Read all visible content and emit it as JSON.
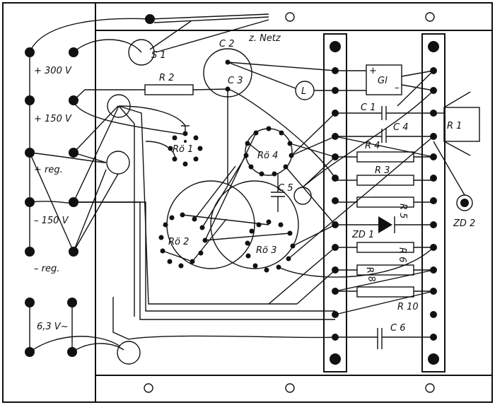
{
  "title": "Wiring layout diagram",
  "mains_label": "z. Netz",
  "terminals": {
    "plus_300": "+ 300 V",
    "plus_150": "+ 150 V",
    "plus_reg": "+ reg.",
    "minus_150": "– 150 V",
    "minus_reg": "– reg.",
    "heater": "6,3 V~"
  },
  "components": {
    "switch": "S 1",
    "cap_c2": "C 2",
    "cap_c3": "C 3",
    "lamp": "L",
    "rectifier": "Gl",
    "res_r2": "R 2",
    "tube_ro1": "Rö 1",
    "tube_ro2": "Rö 2",
    "tube_ro3": "Rö 3",
    "tube_ro4": "Rö 4",
    "cap_c1": "C 1",
    "cap_c4": "C 4",
    "cap_c5": "C 5",
    "cap_c6": "C 6",
    "res_r1": "R 1",
    "res_r3": "R 3",
    "res_r4": "R 4",
    "res_r5": "R 5",
    "res_r6": "R 6",
    "res_r8": "R 8",
    "res_r10": "R 10",
    "zener_zd1": "ZD 1",
    "zener_zd2": "ZD 2"
  },
  "polarity": {
    "plus": "+",
    "minus": "–"
  }
}
